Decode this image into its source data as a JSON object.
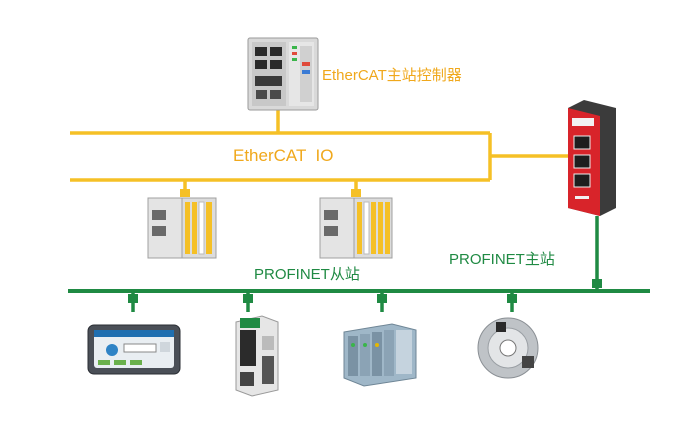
{
  "labels": {
    "controller": "EtherCAT主站控制器",
    "ethercat_io": "EtherCAT  IO",
    "profinet_slave": "PROFINET从站",
    "profinet_master": "PROFINET主站"
  },
  "colors": {
    "ethercat_line": "#F5C026",
    "profinet_line": "#1F8A43",
    "ethercat_text": "#F0A81C",
    "profinet_text": "#1F8A43"
  },
  "devices": {
    "controller": "ethercat-master-controller",
    "gateway": "ethercat-profinet-gateway",
    "io_modules": [
      "ethercat-io-module-1",
      "ethercat-io-module-2"
    ],
    "profinet_devices": [
      "hmi-panel",
      "servo-drive",
      "remote-io-rack",
      "rotary-encoder"
    ]
  }
}
